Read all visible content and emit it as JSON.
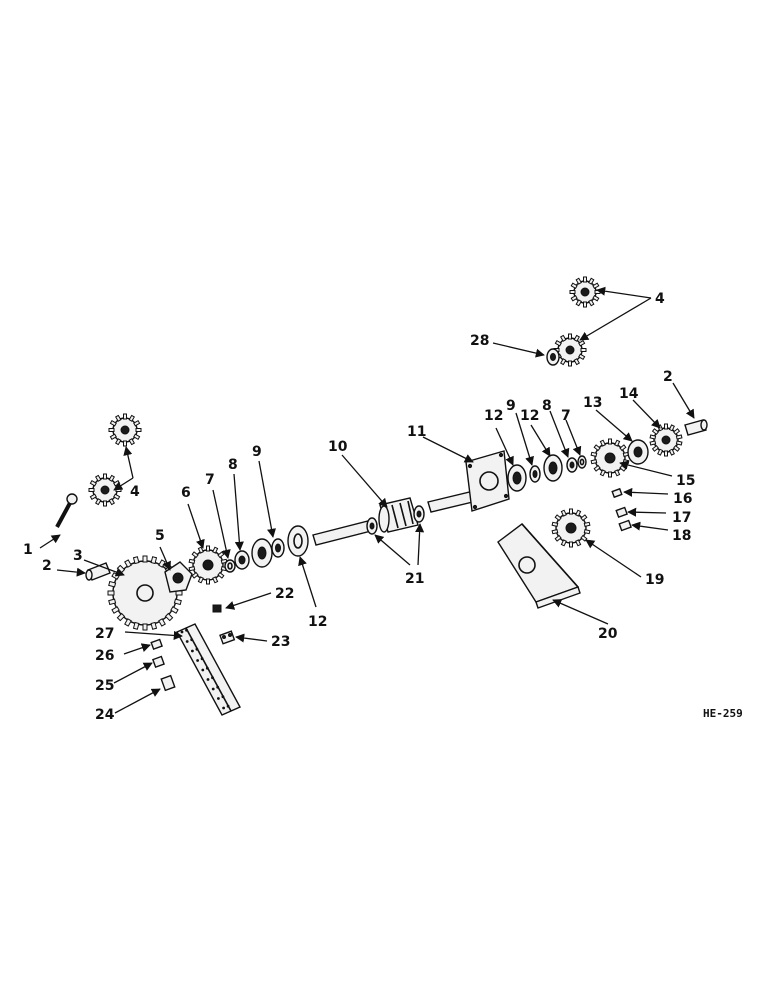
{
  "figure_ref": "HE-259",
  "callouts": {
    "c1": "1",
    "c2a": "2",
    "c2b": "2",
    "c3": "3",
    "c4a": "4",
    "c4b": "4",
    "c5": "5",
    "c6": "6",
    "c7a": "7",
    "c7b": "7",
    "c8a": "8",
    "c8b": "8",
    "c9a": "9",
    "c9b": "9",
    "c10": "10",
    "c11": "11",
    "c12a": "12",
    "c12b": "12",
    "c12c": "12",
    "c13": "13",
    "c14": "14",
    "c15": "15",
    "c16": "16",
    "c17": "17",
    "c18": "18",
    "c19": "19",
    "c20": "20",
    "c21": "21",
    "c22": "22",
    "c23": "23",
    "c24": "24",
    "c25": "25",
    "c26": "26",
    "c27": "27",
    "c28": "28"
  },
  "parts": {
    "sprocket_large": "large-sprocket",
    "sprocket_small": "small-sprocket",
    "hub": "hub",
    "bearing": "bearing",
    "shaft": "shaft",
    "plate": "mounting-plate",
    "bracket": "triangular-bracket",
    "pin": "pin",
    "chain": "chain"
  }
}
